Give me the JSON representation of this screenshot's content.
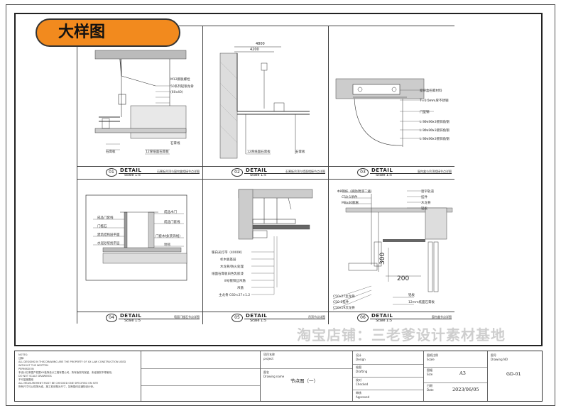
{
  "badge_title": "大样图",
  "watermark": "淘宝店铺：三老爹设计素材基地",
  "details": [
    {
      "num": "01",
      "label": "DETAIL",
      "scale": "Scale 1:5",
      "title": "石膏板吊顶与窗帘盒相接节点详图",
      "dims": [],
      "notes": [
        "M12膨胀螺栓",
        "50系列轻钢龙骨",
        "(60x40)",
        "",
        "",
        "12厚纸面石膏板",
        "石膏线",
        "石膏板"
      ]
    },
    {
      "num": "02",
      "label": "DETAIL",
      "scale": "Scale 1:5",
      "title": "石膏板吊顶与墙面相接节点详图",
      "dims": [
        "4800",
        "4200"
      ],
      "notes": [
        "12厚纸面石膏板",
        "石膏板"
      ]
    },
    {
      "num": "03",
      "label": "DETAIL",
      "scale": "Scale 1:5",
      "title": "窗帘盒与吊顶相接节点详图",
      "dims": [],
      "notes": [
        "窗帘盒石膏材料",
        "T=1.5mm厚不锈钢",
        "门型钢",
        "L 30x30x3镀锌角钢",
        "L 30x30x3镀锌角钢",
        "L 30x30x3镀锌角钢"
      ]
    },
    {
      "num": "04",
      "label": "DETAIL",
      "scale": "Scale 1:5",
      "title": "墙面门槛石节点详图",
      "dims": [],
      "notes": [
        "成品门套线",
        "门槛石",
        "建筑结构层平面",
        "水泥砂浆找平层",
        "成品木门",
        "成品门套线",
        "门套木线(装饰线)",
        "地毯"
      ]
    },
    {
      "num": "05",
      "label": "DETAIL",
      "scale": "Scale 1:5",
      "title": "吊顶节点详图",
      "dims": [],
      "notes": [
        "暖白光灯带（4000K）",
        "杉木板基层",
        "木龙骨/防火处理",
        "纸面石膏板白色乳胶漆",
        "8号镀锌丝吊筋",
        "吊筋",
        "主龙骨 C60×27×1.2"
      ]
    },
    {
      "num": "06",
      "label": "DETAIL",
      "scale": "Scale 1:5",
      "title": "窗帘盒节点详图",
      "dims": [
        "300",
        "200"
      ],
      "notes": [
        "Φ8钢杆（刷防锈漆二遍）",
        "C50-1吊件",
        "M8x40膨胀",
        "C50x27主龙骨",
        "C50-2挂件",
        "C50x19次龙骨",
        "窗帘轨道",
        "挂件",
        "木龙骨",
        "铝板",
        "铝板",
        "12mm纸面石膏板"
      ]
    }
  ],
  "title_block": {
    "notes_heading": "NOTES:",
    "notes_cn": "注释:",
    "notes_lines": [
      "ALL DESIGNS IN THIS DRAWING ARE THE PROPERTY OF XX LAW CONSTRUCTION USED WITHOUT THE WRITTEN",
      "PERMISSION",
      "本设计归本图产权属XX装饰设计工程有限公司，所有版权均保留，未经授权不得使用。",
      "DO NOT SCALE DRAWINGS",
      "不可量度图纸",
      "ALL MEASUREMENT MUST BE CHECKED ONE SPECIFIED ON SITE",
      "所有尺寸均以现场为准。施工前请核对尺寸，如有疑问应通知设计师。"
    ],
    "project_label": "项目名称",
    "project_label_en": "project",
    "drawing_label": "图名",
    "drawing_label_en": "Drawing name",
    "drawing_name": "节点图（一）",
    "design_label": "设计",
    "design_en": "Design",
    "draw_label": "绘图",
    "draw_en": "Drafting",
    "check_label": "校对",
    "check_en": "Checked",
    "review_label": "审核",
    "review_en": "Approved",
    "scale_label": "图纸比例",
    "scale_en": "Scale",
    "format_label": "图幅",
    "format_en": "Size",
    "format_value": "A3",
    "date_label": "日期",
    "date_en": "Date",
    "date_value": "2023/06/05",
    "number_label": "图号",
    "number_en": "Drawing NO",
    "number_value": "GD-01"
  }
}
